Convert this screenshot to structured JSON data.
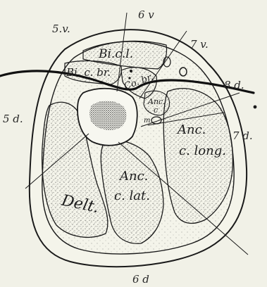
{
  "figure": {
    "outer_labels": {
      "top_left": "5.v.",
      "top_center": "6 v",
      "top_right": "7 v.",
      "right_upper": "8.d.",
      "right_lower": "7 d.",
      "left": "5 d.",
      "bottom": "6 d"
    },
    "muscle_labels": {
      "bic_long": "Bi.c.l.",
      "bic_brev": "Bi. c. br.",
      "coraco_brachialis": "Co. br.",
      "anconeus_small": "Anc.",
      "anconeus_small_sub": "c",
      "m_small": "m",
      "deltoid": "Delt.",
      "anconeus_lat": "Anc.",
      "anconeus_lat_sub": "c. lat.",
      "anconeus_long": "Anc.",
      "anconeus_long_sub": "c. long."
    },
    "colors": {
      "ink": "#1a1a1a",
      "paper": "#f1f1e7",
      "stipple": "#4a4a4a"
    }
  }
}
